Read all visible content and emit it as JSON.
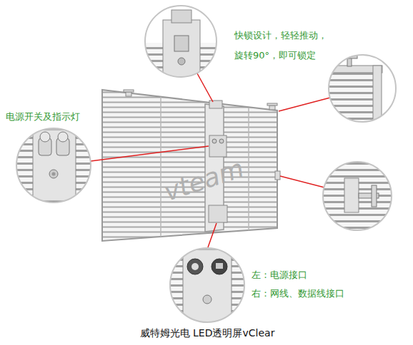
{
  "diagram": {
    "caption": "威特姆光电 LED透明屏vClear",
    "labels": [
      "快锁设计，轻轻推动， 旋转90°，即可锁定",
      "电源开关及指示灯",
      "vteam",
      "左：电源接口",
      "右：网线、数据线接口"
    ]
  }
}
